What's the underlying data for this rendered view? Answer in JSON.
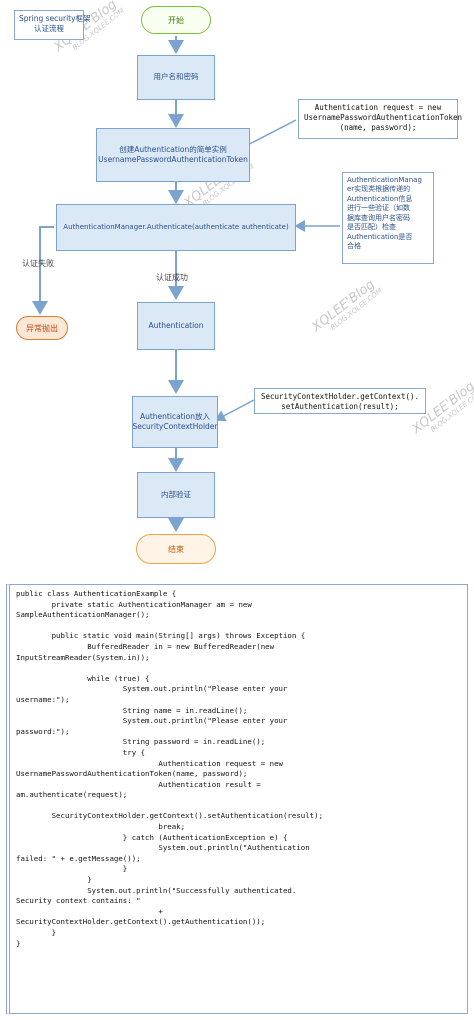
{
  "flow": {
    "title_note": "Spring security框架\n认证流程",
    "start": "开始",
    "step_credentials": "用户名和密码",
    "step_create_token": "创建Authentication的简单实例\nUsernamePasswordAuthenticationToken",
    "note_token_code": "Authentication request = new\nUsernamePasswordAuthenticationToken\n(name, password);",
    "step_authenticate": "AuthenticationManager.Authenticate(authenticate authenticate)",
    "note_manager": "AuthenticationManag\ner实现类根据传递的\nAuthentication信息\n进行一些验证（如数\n据库查询用户名密码\n是否匹配）检查\nAuthentication是否\n合格",
    "label_fail": "认证失败",
    "label_success": "认证成功",
    "error": "异常抛出",
    "step_authentication": "Authentication",
    "step_store": "Authentication放入\nSecurityContextHolder",
    "note_context_code": "SecurityContextHolder.getContext().\nsetAuthentication(result);",
    "step_internal": "内部验证",
    "end": "结束"
  },
  "watermark": {
    "line1": "XQLEE'Blog",
    "line2": "BLOG.XQLEE.COM"
  },
  "code": [
    "public class AuthenticationExample {",
    "        private static AuthenticationManager am = new",
    "SampleAuthenticationManager();",
    "",
    "        public static void main(String[] args) throws Exception {",
    "                BufferedReader in = new BufferedReader(new",
    "InputStreamReader(System.in));",
    "",
    "                while (true) {",
    "                        System.out.println(\"Please enter your",
    "username:\");",
    "                        String name = in.readLine();",
    "                        System.out.println(\"Please enter your",
    "password:\");",
    "                        String password = in.readLine();",
    "                        try {",
    "                                Authentication request = new",
    "UsernamePasswordAuthenticationToken(name, password);",
    "                                Authentication result =",
    "am.authenticate(request);",
    "",
    "        SecurityContextHolder.getContext().setAuthentication(result);",
    "                                break;",
    "                        } catch (AuthenticationException e) {",
    "                                System.out.println(\"Authentication",
    "failed: \" + e.getMessage());",
    "                        }",
    "                }",
    "                System.out.println(\"Successfully authenticated.",
    "Security context contains: \"",
    "                                +",
    "SecurityContextHolder.getContext().getAuthentication());",
    "        }",
    "}"
  ]
}
